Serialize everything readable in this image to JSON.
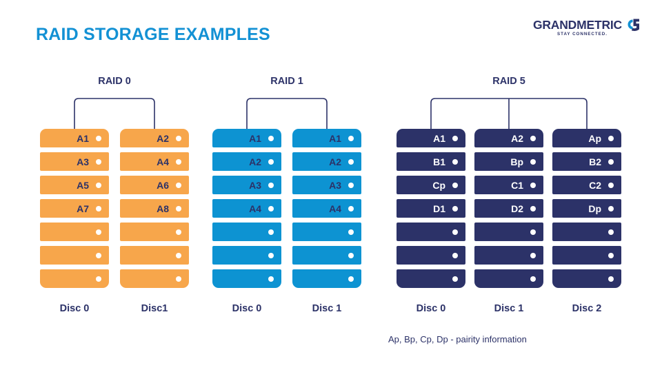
{
  "page": {
    "title": "RAID STORAGE EXAMPLES",
    "footnote": "Ap, Bp, Cp, Dp - pairity information"
  },
  "brand": {
    "wordmark": "GRANDMETRIC",
    "tagline": "STAY CONNECTED.",
    "mark_icon": "grandmetric-g-mark-icon"
  },
  "colors": {
    "title_blue": "#1391D4",
    "navy": "#2C3268",
    "orange": "#F7A64B",
    "blue": "#0D93D2",
    "white": "#FFFFFF"
  },
  "groups": [
    {
      "id": "raid0",
      "title": "RAID 0",
      "theme": "theme-orange",
      "discs": [
        {
          "label": "Disc 0",
          "blocks": [
            "A1",
            "A3",
            "A5",
            "A7",
            "",
            "",
            ""
          ]
        },
        {
          "label": "Disc1",
          "blocks": [
            "A2",
            "A4",
            "A6",
            "A8",
            "",
            "",
            ""
          ]
        }
      ]
    },
    {
      "id": "raid1",
      "title": "RAID 1",
      "theme": "theme-blue",
      "discs": [
        {
          "label": "Disc 0",
          "blocks": [
            "A1",
            "A2",
            "A3",
            "A4",
            "",
            "",
            ""
          ]
        },
        {
          "label": "Disc 1",
          "blocks": [
            "A1",
            "A2",
            "A3",
            "A4",
            "",
            "",
            ""
          ]
        }
      ]
    },
    {
      "id": "raid5",
      "title": "RAID 5",
      "theme": "theme-navy",
      "discs": [
        {
          "label": "Disc 0",
          "blocks": [
            "A1",
            "B1",
            "Cp",
            "D1",
            "",
            "",
            ""
          ]
        },
        {
          "label": "Disc 1",
          "blocks": [
            "A2",
            "Bp",
            "C1",
            "D2",
            "",
            "",
            ""
          ]
        },
        {
          "label": "Disc 2",
          "blocks": [
            "Ap",
            "B2",
            "C2",
            "Dp",
            "",
            "",
            ""
          ]
        }
      ]
    }
  ]
}
